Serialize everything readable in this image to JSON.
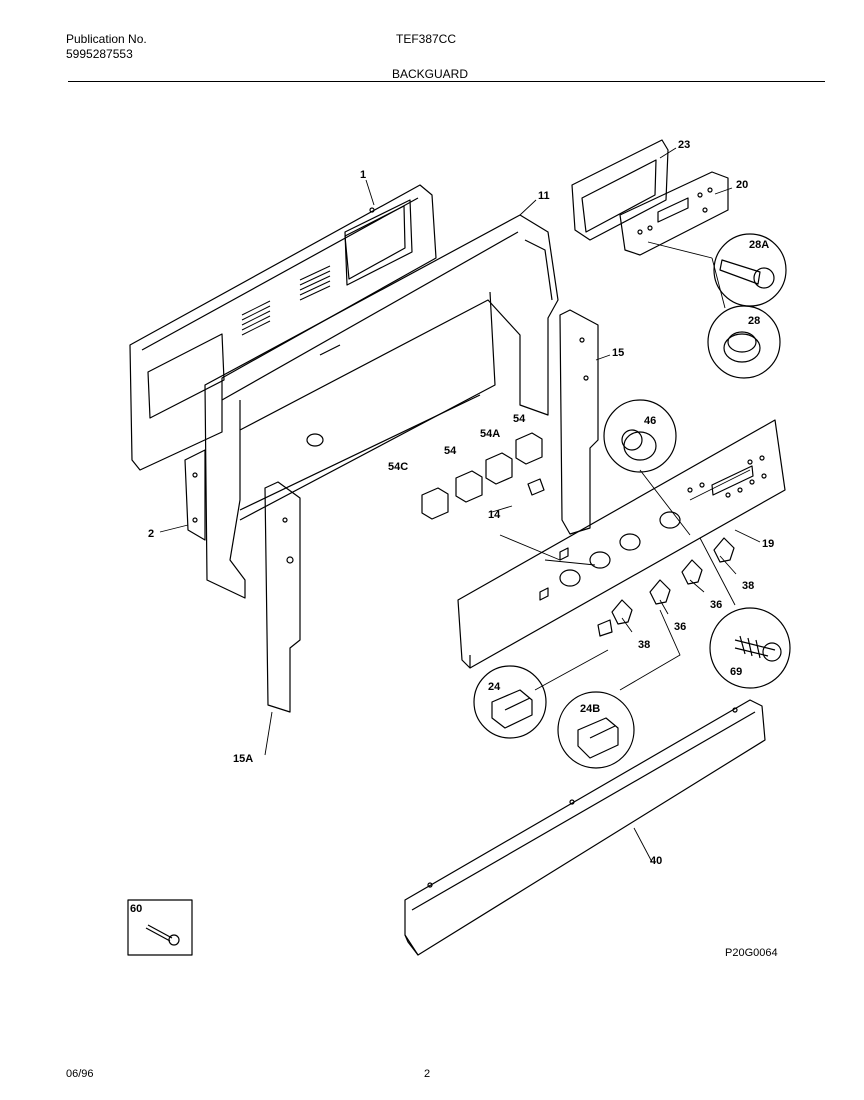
{
  "header": {
    "publication_label": "Publication No.",
    "publication_number": "5995287553",
    "model": "TEF387CC",
    "section": "BACKGUARD"
  },
  "parts": {
    "p1": "1",
    "p11": "11",
    "p23": "23",
    "p20": "20",
    "p28A": "28A",
    "p28": "28",
    "p15": "15",
    "p46": "46",
    "p54a": "54",
    "p54A": "54A",
    "p54b": "54",
    "p54C": "54C",
    "p14": "14",
    "p2": "2",
    "p19": "19",
    "p38a": "38",
    "p36a": "36",
    "p36b": "36",
    "p38b": "38",
    "p69": "69",
    "p24": "24",
    "p24B": "24B",
    "p15A": "15A",
    "p40": "40",
    "p60": "60"
  },
  "diagram_code": "P20G0064",
  "footer": {
    "date": "06/96",
    "page": "2"
  }
}
